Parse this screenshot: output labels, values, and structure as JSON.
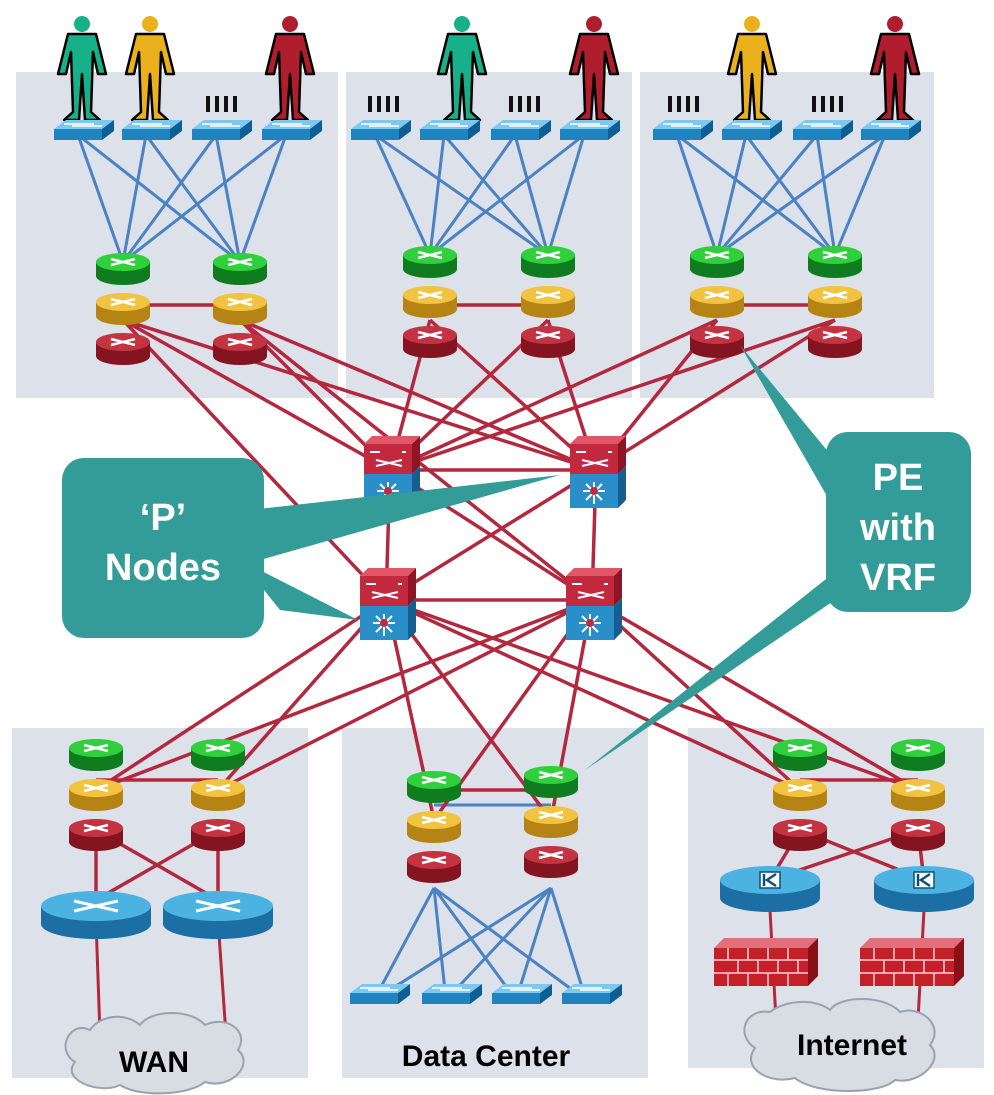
{
  "callouts": {
    "p_nodes": {
      "line1": "‘P’",
      "line2": "Nodes"
    },
    "pe_vrf": {
      "line1": "PE",
      "line2": "with",
      "line3": "VRF"
    }
  },
  "clouds": {
    "wan": "WAN",
    "internet": "Internet"
  },
  "zones": {
    "data_center": "Data Center"
  },
  "colors": {
    "zone_bg": "#dce1ea",
    "link_red": "#b3283c",
    "link_blue": "#4a82c4",
    "callout_teal": "#339c98",
    "router_green": "#1fae2e",
    "router_yellow": "#e4b02c",
    "router_red": "#b0232f",
    "switch_blue": "#2a8ec8",
    "switch_red": "#c3293e",
    "firewall_red": "#c4202a",
    "user_green": "#17b089",
    "user_yellow": "#eab11d",
    "user_red": "#b01e2e"
  },
  "icons": [
    "person-icon",
    "access-switch-icon",
    "wireless-ap-icon",
    "vrf-router-stack-icon",
    "core-switch-icon",
    "wan-router-icon",
    "firewall-icon",
    "load-balancer-icon",
    "cloud-icon"
  ]
}
